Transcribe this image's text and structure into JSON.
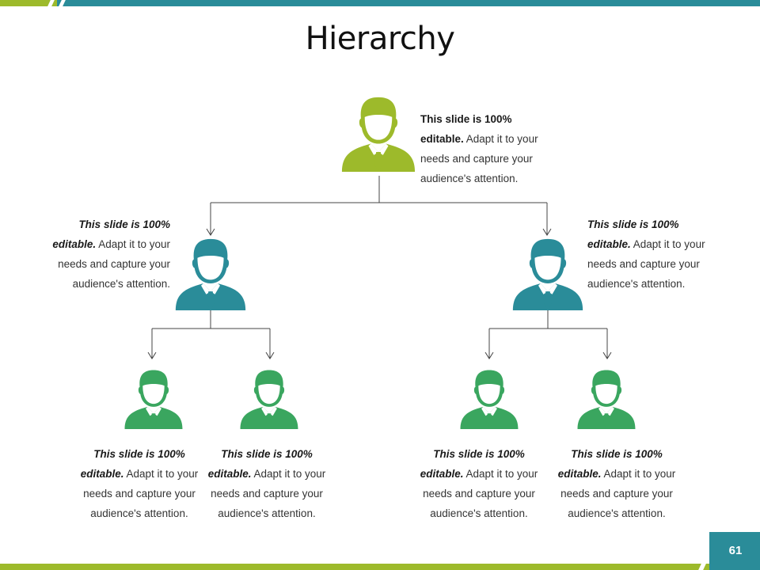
{
  "page_title": "Hierarchy",
  "page_number": "61",
  "colors": {
    "lime": "#9dba2b",
    "teal": "#2a8c99",
    "green": "#3aa65f",
    "line": "#444444"
  },
  "icon_name": "person-icon",
  "nodes": {
    "top": {
      "bold": "This slide is 100% editable.",
      "rest": " Adapt it to your needs and capture your audience's attention."
    },
    "mid_left": {
      "bold": "This slide is 100% editable.",
      "rest": " Adapt it to your needs and capture your audience's attention."
    },
    "mid_right": {
      "bold": "This slide is 100% editable.",
      "rest": " Adapt it to your needs and capture your audience's attention."
    },
    "bottom_1": {
      "bold": "This slide is 100% editable.",
      "rest": " Adapt it to your needs and capture your audience's attention."
    },
    "bottom_2": {
      "bold": "This slide is 100% editable.",
      "rest": " Adapt it to your needs and capture your audience's attention."
    },
    "bottom_3": {
      "bold": "This slide is 100% editable.",
      "rest": " Adapt it to your needs and capture your audience's attention."
    },
    "bottom_4": {
      "bold": "This slide is 100% editable.",
      "rest": " Adapt it to your needs and capture your audience's attention."
    }
  }
}
